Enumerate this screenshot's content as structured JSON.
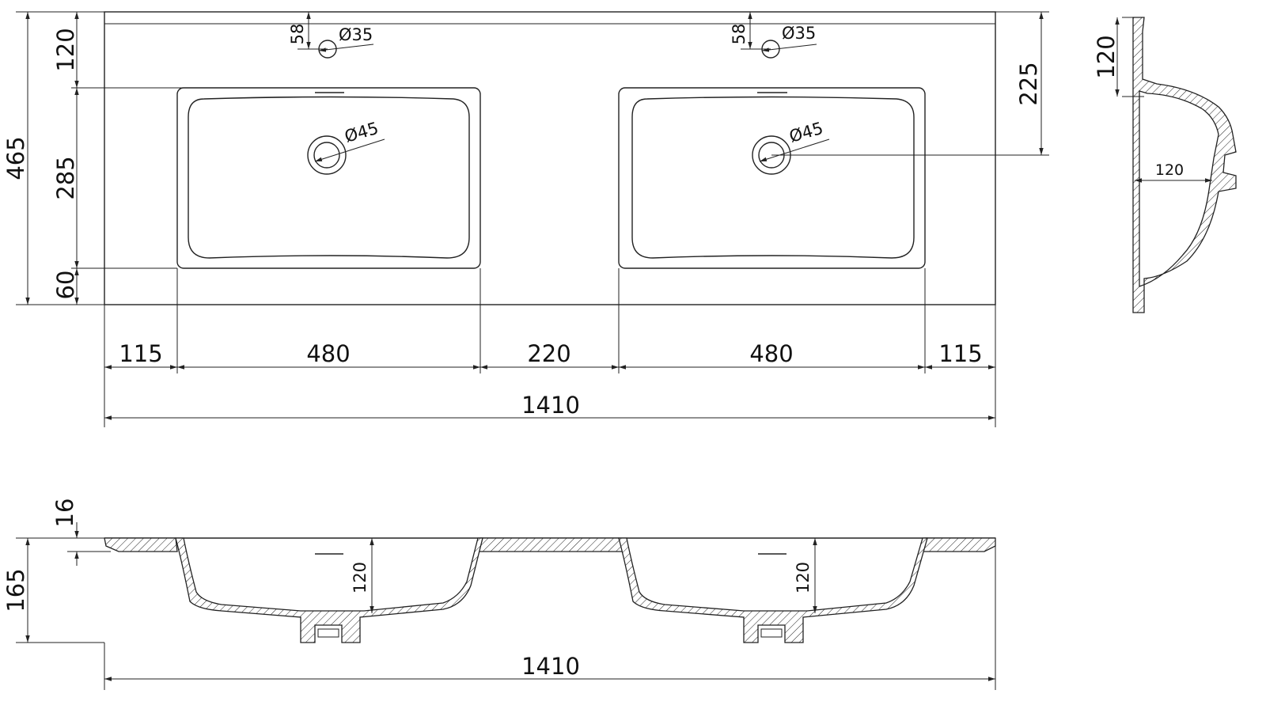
{
  "top_view": {
    "dim_total_depth": "465",
    "dim_back_to_basin": "120",
    "dim_basin_depth": "285",
    "dim_front_margin": "60",
    "dim_tap_offset_left": "58",
    "dim_tap_offset_right": "58",
    "tap_hole_left": "Ø35",
    "tap_hole_right": "Ø35",
    "drain_left": "Ø45",
    "drain_right": "Ø45",
    "dim_drain_position": "225",
    "widths": [
      "115",
      "480",
      "220",
      "480",
      "115"
    ],
    "dim_total_width": "1410"
  },
  "side_view": {
    "dim_height": "120",
    "dim_depth": "120"
  },
  "front_section": {
    "dim_thickness": "16",
    "dim_total_height": "165",
    "dim_basin_left": "120",
    "dim_basin_right": "120",
    "dim_total_width": "1410"
  }
}
